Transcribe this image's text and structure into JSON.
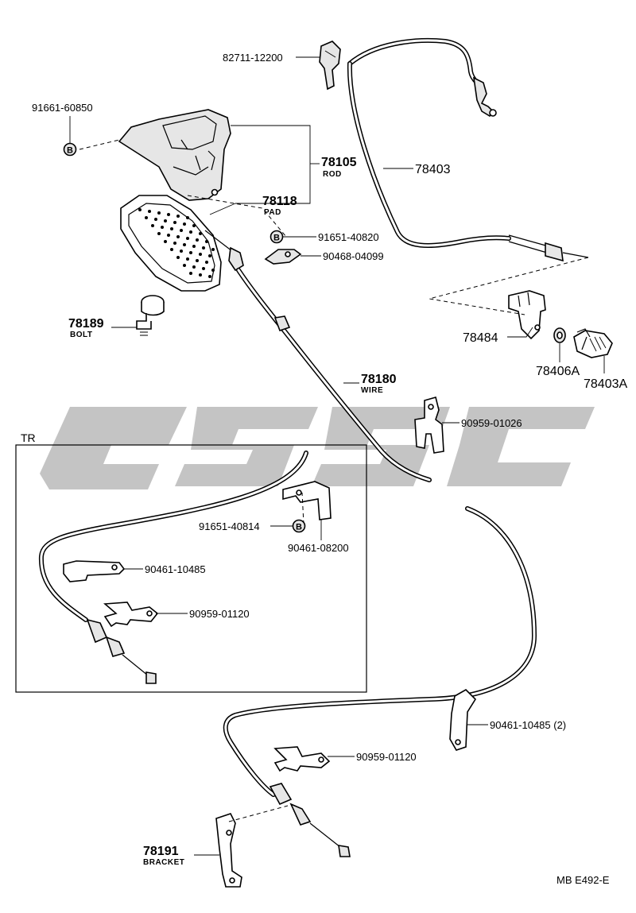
{
  "inset": {
    "label": "TR"
  },
  "watermark": {
    "icon": "brand-watermark-icon"
  },
  "footer": {
    "code": "MB  E492-E"
  },
  "bolt_badge_letter": "B",
  "callouts": {
    "p82711": {
      "number": "82711-12200"
    },
    "p91661": {
      "number": "91661-60850"
    },
    "p78105": {
      "number": "78105",
      "name": "ROD"
    },
    "p78118": {
      "number": "78118",
      "name": "PAD"
    },
    "p78403": {
      "number": "78403"
    },
    "p91651a": {
      "number": "91651-40820"
    },
    "p90468": {
      "number": "90468-04099"
    },
    "p78189": {
      "number": "78189",
      "name": "BOLT"
    },
    "p78484": {
      "number": "78484"
    },
    "p78406A": {
      "number": "78406A"
    },
    "p78403A": {
      "number": "78403A"
    },
    "p78180": {
      "number": "78180",
      "name": "WIRE"
    },
    "p90959a": {
      "number": "90959-01026"
    },
    "p91651b": {
      "number": "91651-40814"
    },
    "p90461a": {
      "number": "90461-08200"
    },
    "p90461b": {
      "number": "90461-10485"
    },
    "p90959b": {
      "number": "90959-01120"
    },
    "p90461c": {
      "number": "90461-10485 (2)"
    },
    "p90959c": {
      "number": "90959-01120"
    },
    "p78191": {
      "number": "78191",
      "name": "BRACKET"
    }
  }
}
